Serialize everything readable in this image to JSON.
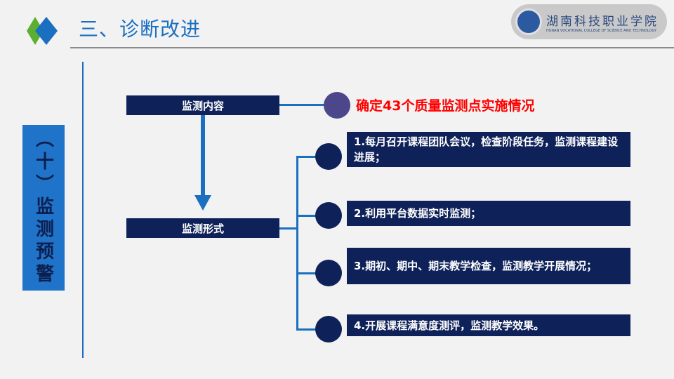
{
  "header": {
    "title": "三、诊断改进",
    "logo_cn": "湖南科技职业学院",
    "logo_en": "HUNAN VOCATIONAL COLLEGE OF SCIENCE AND TECHNOLOGY"
  },
  "side_label": "（十）监测预警",
  "content_box": "监测内容",
  "form_box": "监测形式",
  "highlight": "确定43个质量监测点实施情况",
  "items": [
    "1.每月召开课程团队会议，检查阶段任务，监测课程建设进展；",
    "2.利用平台数据实时监测；",
    "3.期初、期中、期末教学检查，监测教学开展情况；",
    "4.开展课程满意度测评，监测教学效果。"
  ],
  "colors": {
    "accent": "#1a6fc0",
    "navy": "#0e2159",
    "red": "#ff0000",
    "purple": "#4b478a"
  }
}
